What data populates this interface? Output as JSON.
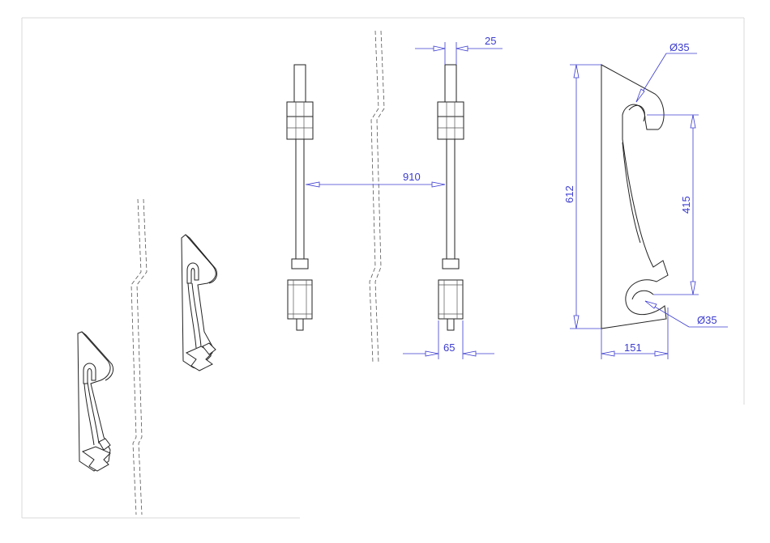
{
  "drawing": {
    "dimensions": {
      "width_top": "25",
      "spacing": "910",
      "width_bottom": "65",
      "height_total": "612",
      "hole_spacing": "415",
      "base_width": "151",
      "hole_top": "Ø35",
      "hole_bottom": "Ø35"
    }
  }
}
